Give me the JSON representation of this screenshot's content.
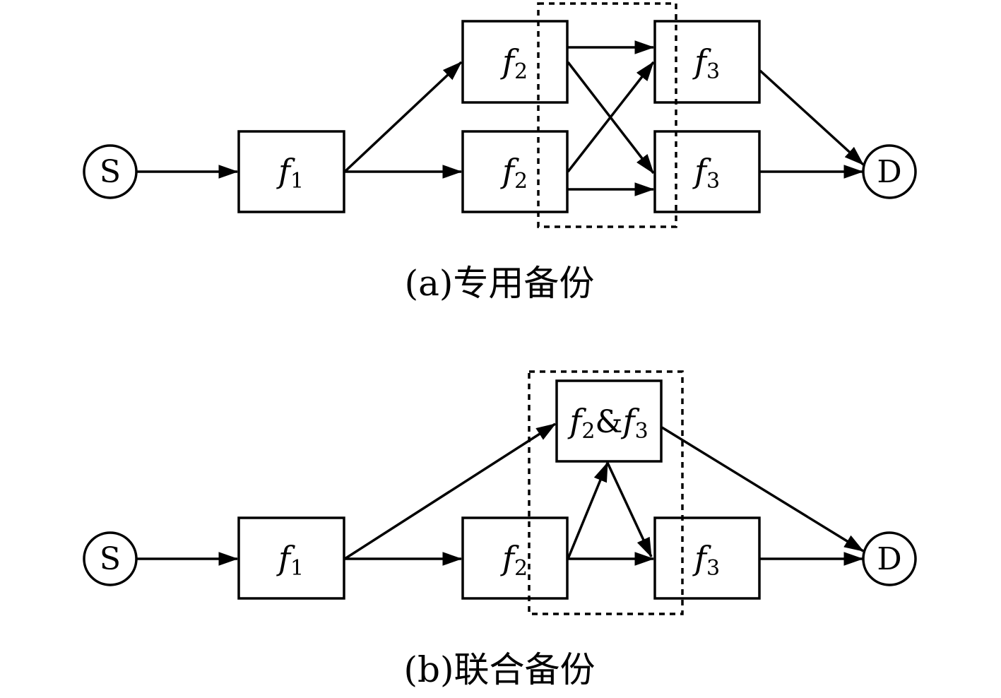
{
  "diagrams": [
    {
      "caption": "(a)专用备份",
      "nodes": {
        "source": "S",
        "dest": "D",
        "f1": {
          "base": "f",
          "sub": "1"
        },
        "f2_top": {
          "base": "f",
          "sub": "2"
        },
        "f2_bottom": {
          "base": "f",
          "sub": "2"
        },
        "f3_top": {
          "base": "f",
          "sub": "3"
        },
        "f3_bottom": {
          "base": "f",
          "sub": "3"
        }
      }
    },
    {
      "caption": "(b)联合备份",
      "nodes": {
        "source": "S",
        "dest": "D",
        "f1": {
          "base": "f",
          "sub": "1"
        },
        "f2": {
          "base": "f",
          "sub": "2"
        },
        "f3": {
          "base": "f",
          "sub": "3"
        },
        "combined": {
          "base1": "f",
          "sub1": "2",
          "amp": "&",
          "base2": "f",
          "sub2": "3"
        }
      }
    }
  ],
  "colors": {
    "stroke": "#000000",
    "background": "#ffffff"
  }
}
